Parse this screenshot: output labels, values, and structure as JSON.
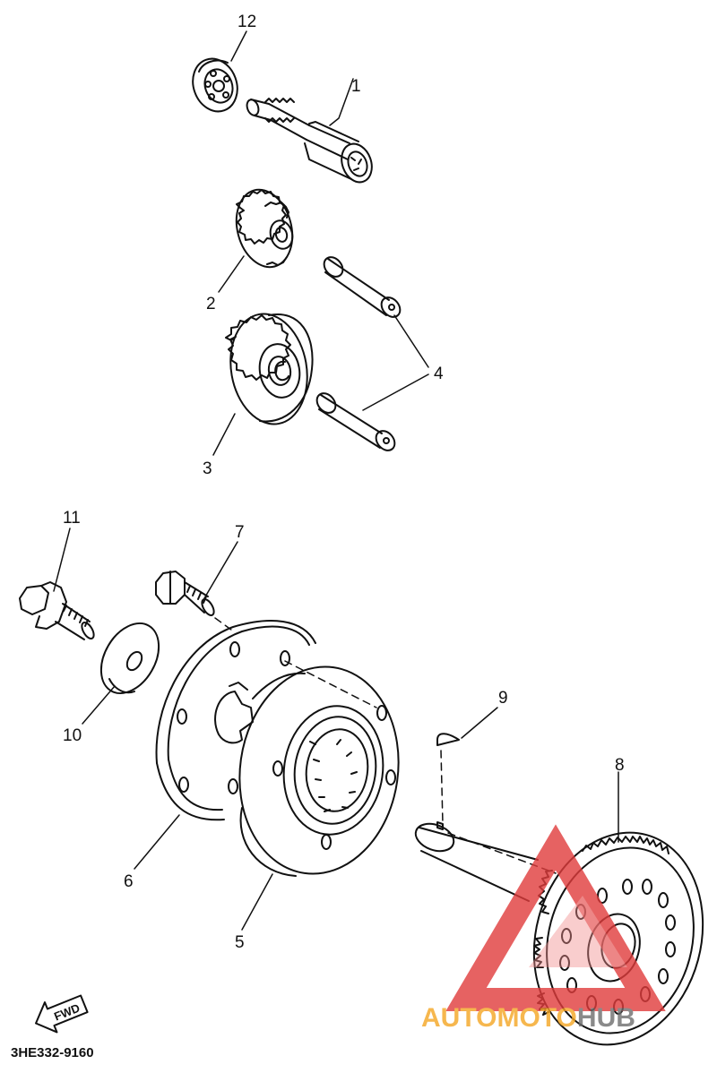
{
  "labels": {
    "p1": "1",
    "p2": "2",
    "p3": "3",
    "p4": "4",
    "p5": "5",
    "p6": "6",
    "p7": "7",
    "p8": "8",
    "p9": "9",
    "p10": "10",
    "p11": "11",
    "p12": "12"
  },
  "fwd_label": "FWD",
  "reference_code": "3HE332-9160",
  "watermark": {
    "auto": "AUTO",
    "moto": "MOTO",
    "hub": "HUB"
  },
  "colors": {
    "line": "#111111",
    "watermark_red": "#e03c3c",
    "watermark_orange": "#f5a623",
    "watermark_grey": "#6d6d6d"
  }
}
